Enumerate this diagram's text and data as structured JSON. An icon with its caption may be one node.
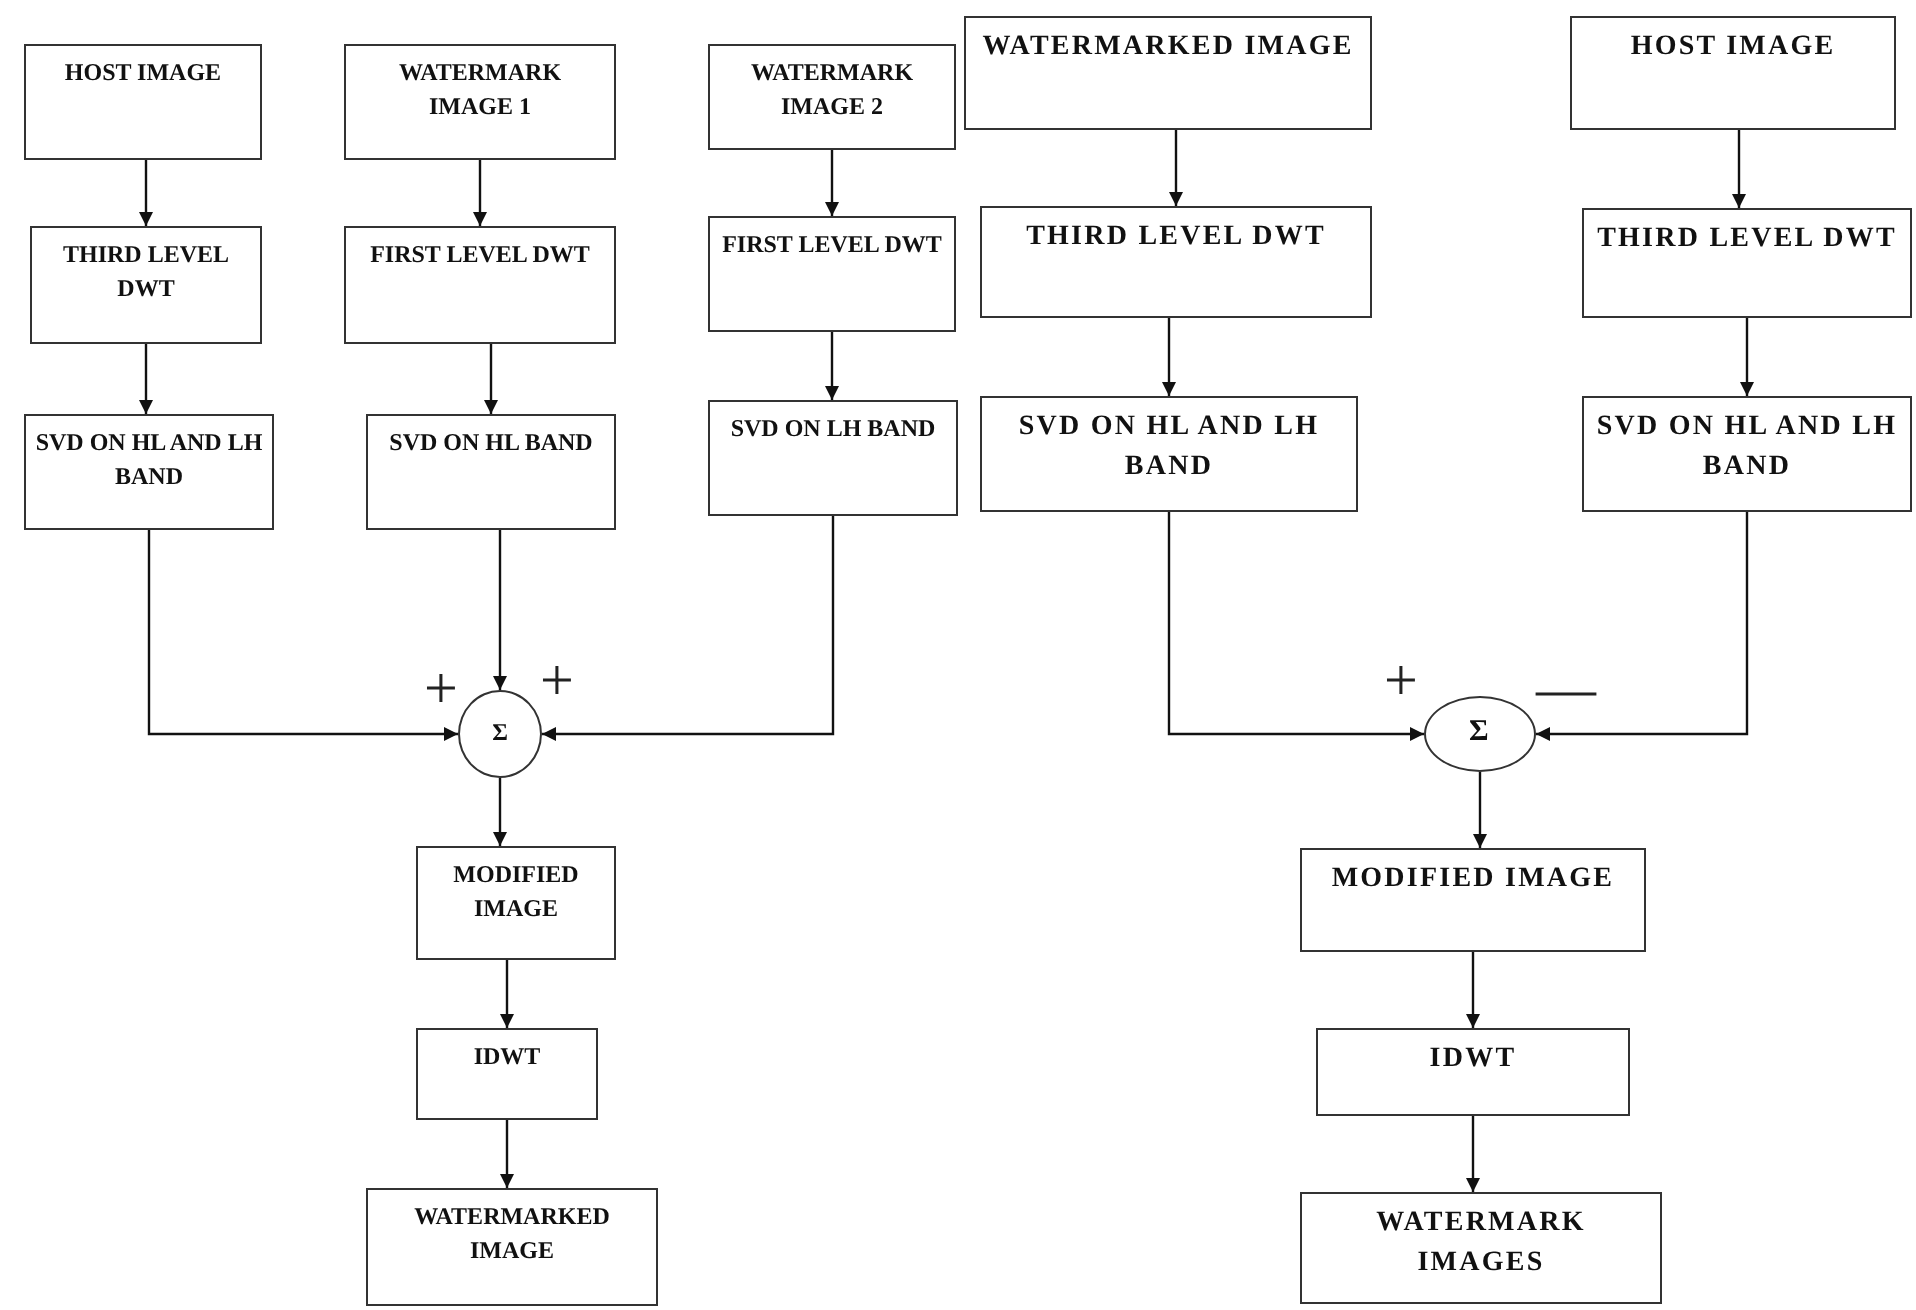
{
  "diagram": {
    "nodes": [
      {
        "text": [
          "HOST IMAGE"
        ]
      },
      {
        "text": [
          "WATERMARK IMAGE 1"
        ]
      },
      {
        "text": [
          "WATERMARK IMAGE 2"
        ]
      },
      {
        "text": [
          "THIRD LEVEL DWT"
        ]
      },
      {
        "text": [
          "FIRST LEVEL DWT"
        ]
      },
      {
        "text": [
          "FIRST LEVEL DWT"
        ]
      },
      {
        "text": [
          "SVD ON HL AND LH BAND"
        ]
      },
      {
        "text": [
          "SVD ON HL BAND"
        ]
      },
      {
        "text": [
          "SVD ON LH BAND"
        ]
      },
      {
        "text": [
          "Σ"
        ]
      },
      {
        "text": [
          "MODIFIED IMAGE"
        ]
      },
      {
        "text": [
          "IDWT"
        ]
      },
      {
        "text": [
          "WATERMARKED IMAGE"
        ]
      },
      {
        "text": [
          "WATERMARKED IMAGE"
        ]
      },
      {
        "text": [
          "HOST IMAGE"
        ]
      },
      {
        "text": [
          "THIRD LEVEL DWT"
        ]
      },
      {
        "text": [
          "THIRD LEVEL DWT"
        ]
      },
      {
        "text": [
          "SVD ON HL AND LH BAND"
        ]
      },
      {
        "text": [
          "SVD ON HL AND LH BAND"
        ]
      },
      {
        "text": [
          "Σ"
        ]
      },
      {
        "text": [
          "MODIFIED IMAGE"
        ]
      },
      {
        "text": [
          "IDWT"
        ]
      },
      {
        "text": [
          "WATERMARK IMAGES"
        ]
      }
    ],
    "edges": [
      {
        "from": 0,
        "to": 3,
        "arrow": "to"
      },
      {
        "from": 3,
        "to": 6,
        "arrow": "to"
      },
      {
        "from": 1,
        "to": 4,
        "arrow": "to"
      },
      {
        "from": 4,
        "to": 7,
        "arrow": "to"
      },
      {
        "from": 2,
        "to": 5,
        "arrow": "to"
      },
      {
        "from": 5,
        "to": 8,
        "arrow": "to"
      },
      {
        "from": 6,
        "to": 9,
        "arrow": "to"
      },
      {
        "from": 7,
        "to": 9,
        "arrow": "to"
      },
      {
        "from": 8,
        "to": 9,
        "arrow": "to"
      },
      {
        "from": 9,
        "to": 10,
        "arrow": "to"
      },
      {
        "from": 10,
        "to": 11,
        "arrow": "to"
      },
      {
        "from": 11,
        "to": 12,
        "arrow": "to"
      },
      {
        "from": 13,
        "to": 15,
        "arrow": "to"
      },
      {
        "from": 15,
        "to": 17,
        "arrow": "to"
      },
      {
        "from": 14,
        "to": 16,
        "arrow": "to"
      },
      {
        "from": 16,
        "to": 18,
        "arrow": "to"
      },
      {
        "from": 17,
        "to": 19,
        "arrow": "to"
      },
      {
        "from": 18,
        "to": 19,
        "arrow": "to"
      },
      {
        "from": 19,
        "to": 20,
        "arrow": "to"
      },
      {
        "from": 20,
        "to": 21,
        "arrow": "to"
      },
      {
        "from": 21,
        "to": 22,
        "arrow": "to"
      }
    ],
    "labels": [
      "+",
      "+",
      "+",
      "—"
    ]
  }
}
